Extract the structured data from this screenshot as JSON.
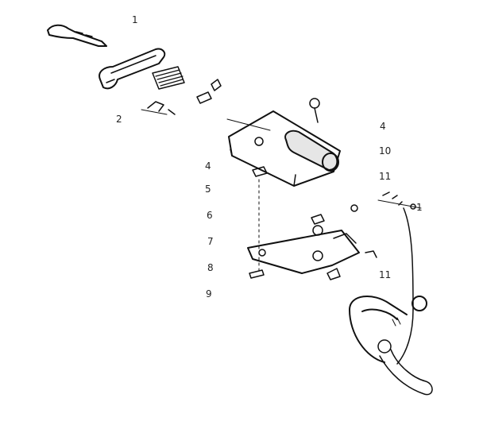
{
  "callouts": [
    {
      "id": "c1a",
      "text": "1"
    },
    {
      "id": "c2",
      "text": "2"
    },
    {
      "id": "c4a",
      "text": "4"
    },
    {
      "id": "c10",
      "text": "10"
    },
    {
      "id": "c11a",
      "text": "11"
    },
    {
      "id": "c1b",
      "text": "1"
    },
    {
      "id": "c4b",
      "text": "4"
    },
    {
      "id": "c5",
      "text": "5"
    },
    {
      "id": "c6",
      "text": "6"
    },
    {
      "id": "c7",
      "text": "7"
    },
    {
      "id": "c8",
      "text": "8"
    },
    {
      "id": "c9",
      "text": "9"
    },
    {
      "id": "c11b",
      "text": "11"
    }
  ]
}
